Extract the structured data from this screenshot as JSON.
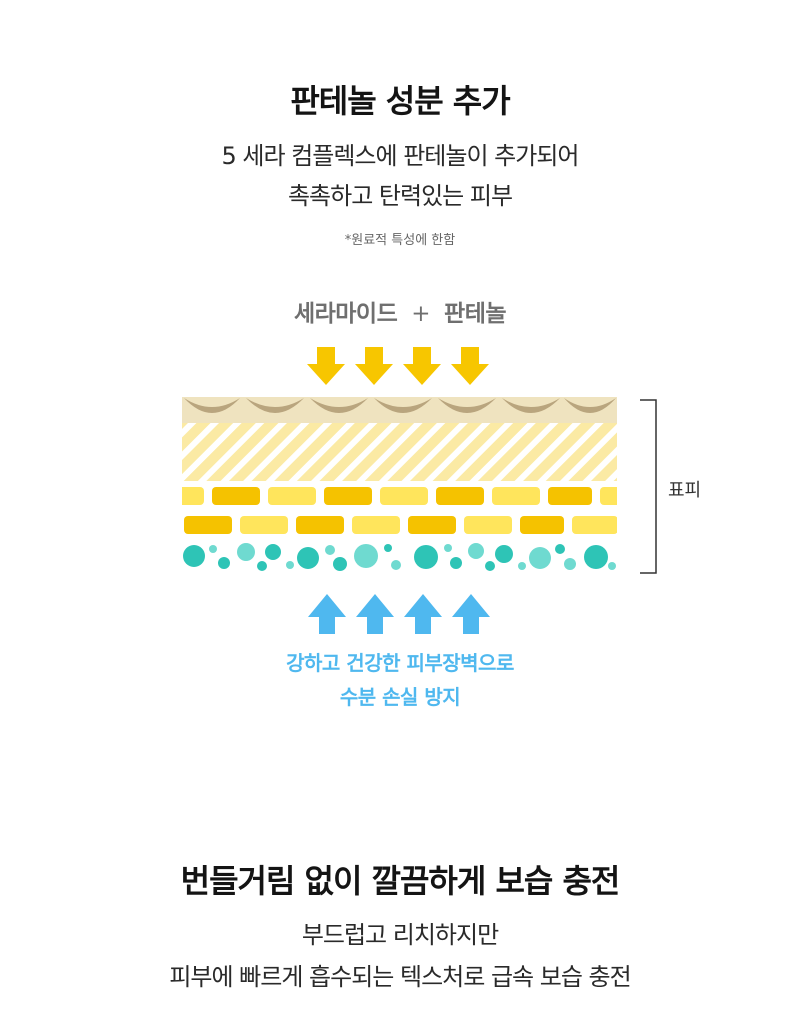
{
  "section1": {
    "title": "판테놀 성분 추가",
    "line1": "5 세라 컴플렉스에 판테놀이 추가되어",
    "line2": "촉촉하고 탄력있는 피부",
    "note": "*원료적 특성에 한함"
  },
  "diagram": {
    "ingredient_a": "세라마이드",
    "plus": "+",
    "ingredient_b": "판테놀",
    "layer_label": "표피",
    "barrier_line1": "강하고 건강한 피부장벽으로",
    "barrier_line2": "수분 손실 방지",
    "colors": {
      "arrow_down": "#f7c600",
      "arrow_up": "#4fb8ef",
      "top_layer": "#efe3bf",
      "scale": "#b9a57e",
      "stripe_bg": "#fbeaa4",
      "stripe": "#ffffff",
      "brick_light": "#ffe55c",
      "brick_dark": "#f5c200",
      "dot_dark": "#2ec4b6",
      "dot_light": "#6fdad0",
      "bracket": "#333333"
    }
  },
  "section2": {
    "title": "번들거림 없이 깔끔하게 보습 충전",
    "line1": "부드럽고 리치하지만",
    "line2": "피부에 빠르게 흡수되는 텍스처로 급속 보습 충전"
  }
}
